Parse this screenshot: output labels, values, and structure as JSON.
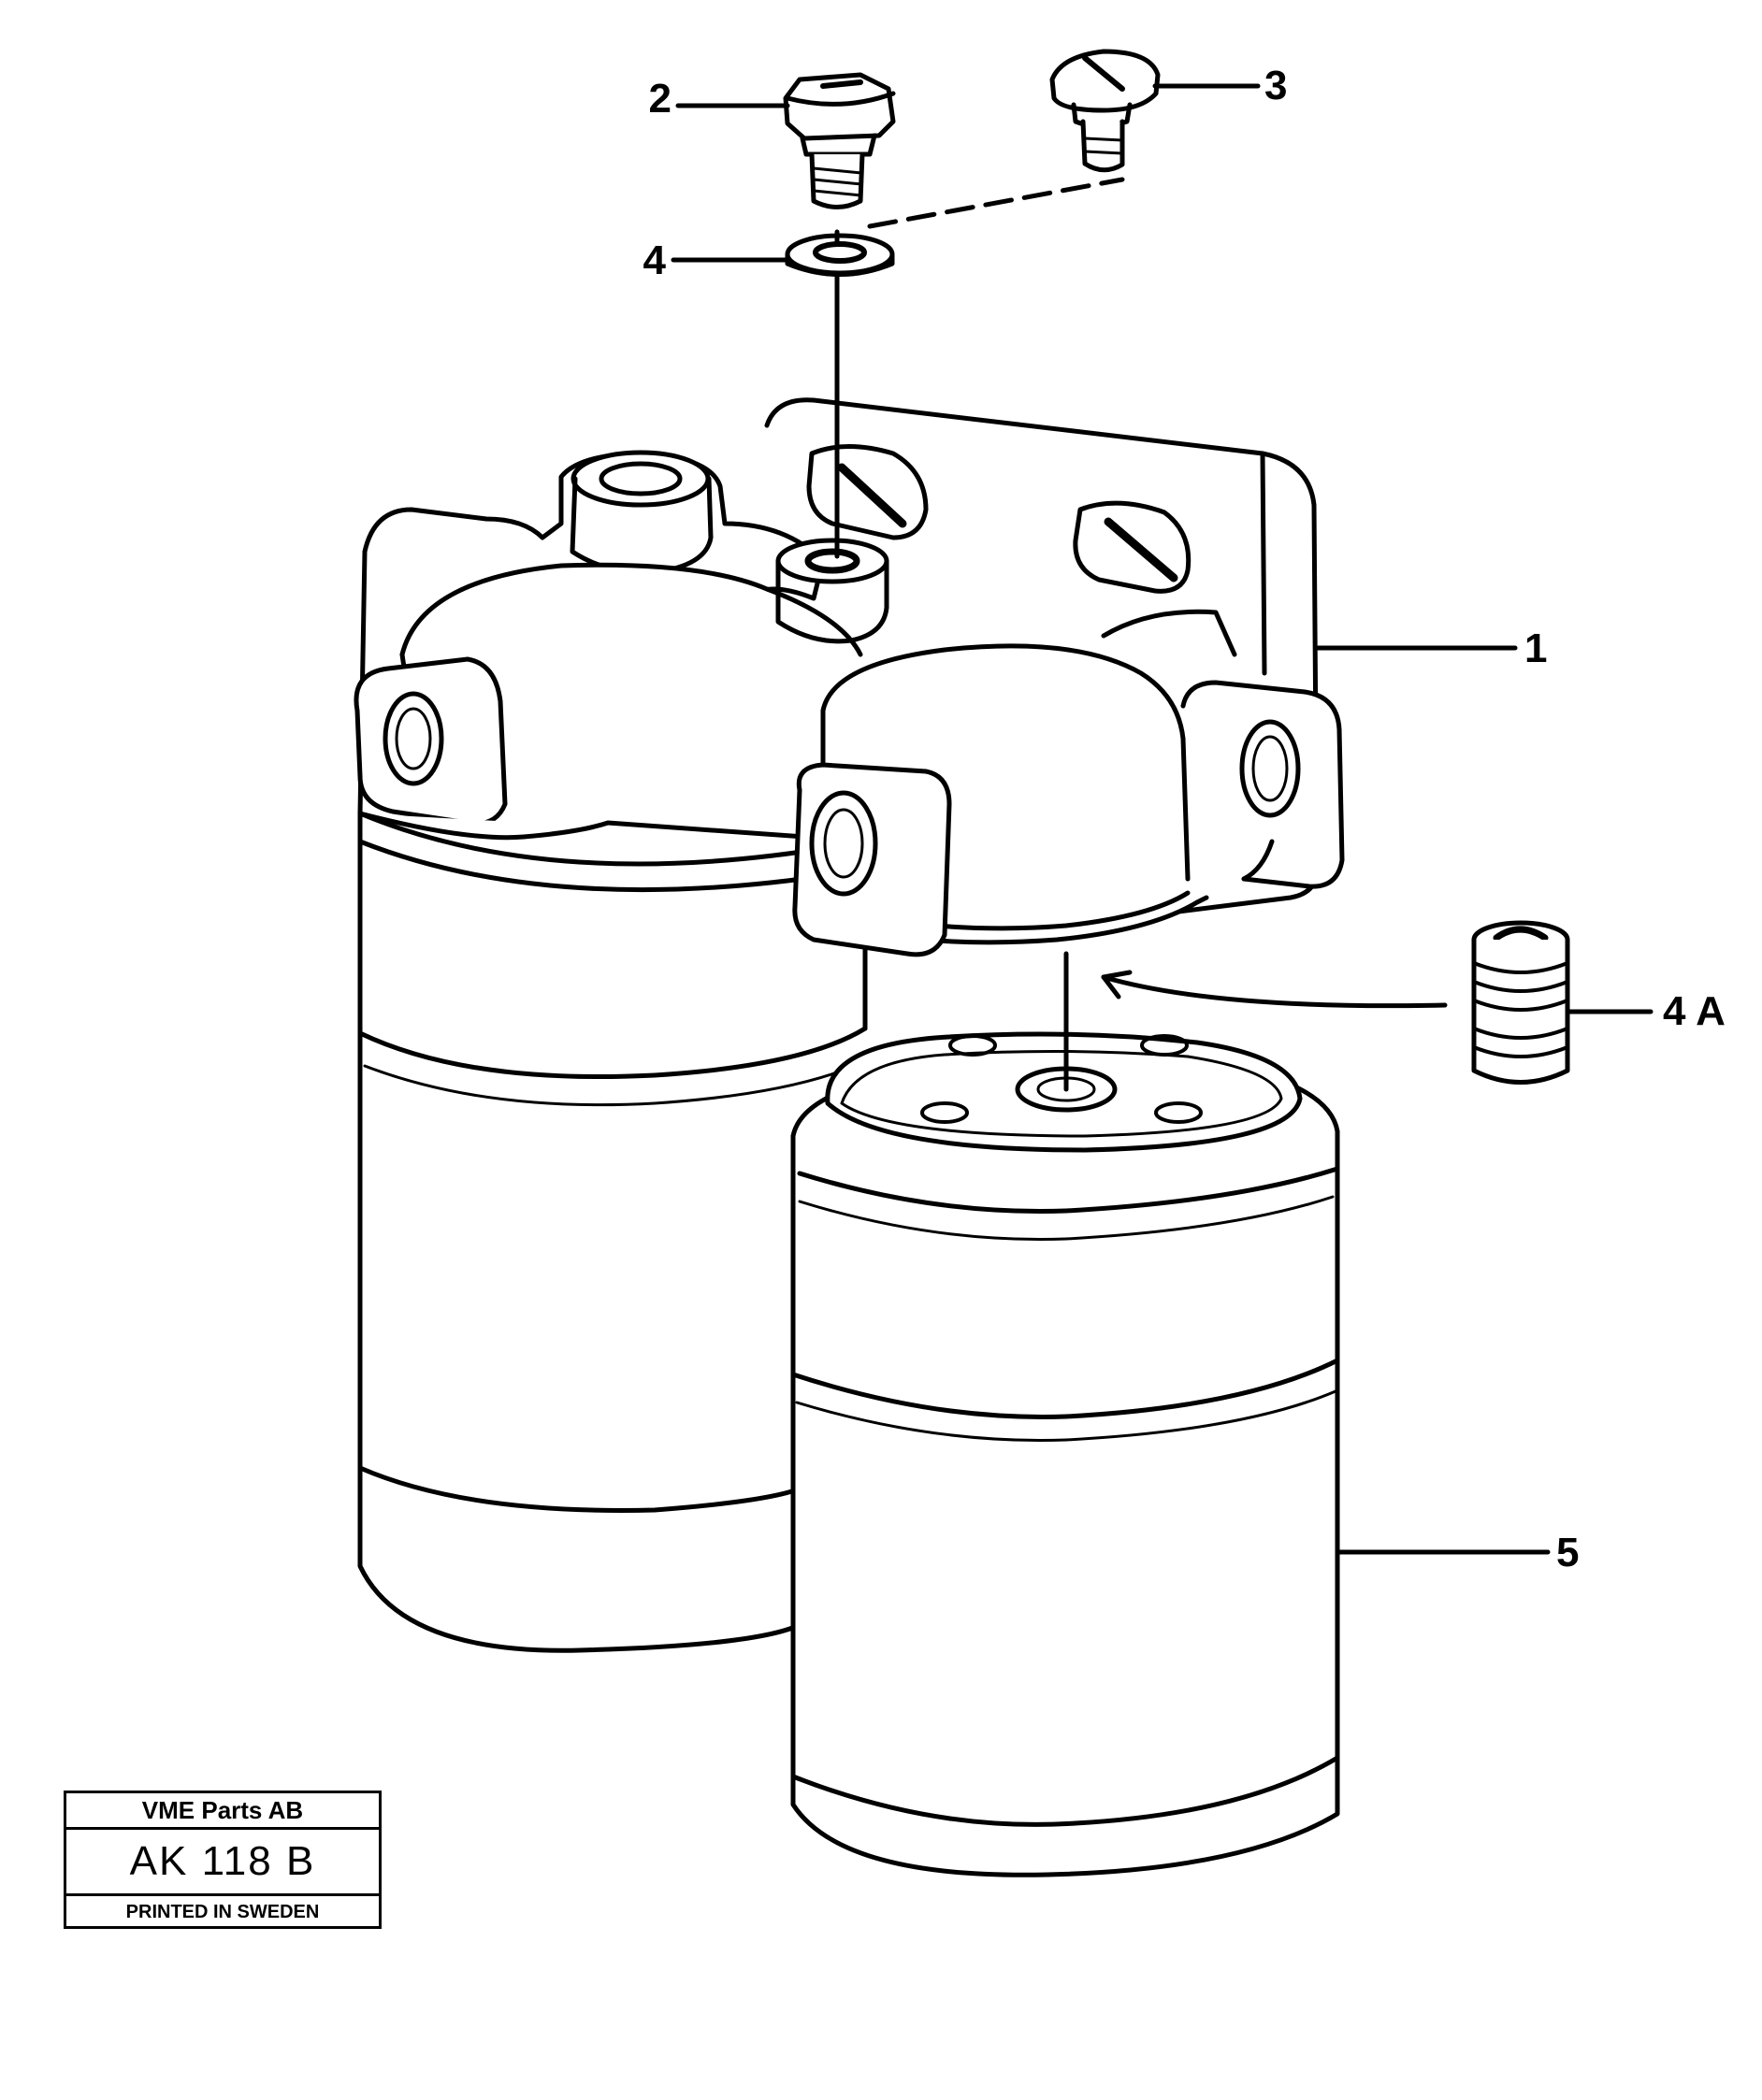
{
  "callouts": {
    "c1": "1",
    "c2": "2",
    "c3": "3",
    "c4": "4",
    "c4a": "4 A",
    "c5": "5"
  },
  "stamp": {
    "company": "VME Parts AB",
    "code": "AK 118 B",
    "printed": "PRINTED IN SWEDEN"
  }
}
